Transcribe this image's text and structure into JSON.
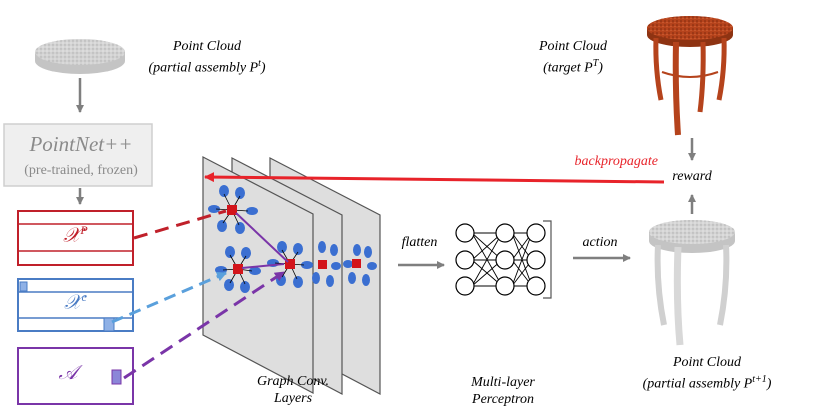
{
  "labels": {
    "pc_partial": {
      "line1": "Point Cloud",
      "line2_prefix": "(partial assembly P",
      "line2_sup": "t",
      "line2_suffix": ")"
    },
    "pc_target": {
      "line1": "Point Cloud",
      "line2_prefix": "(target P",
      "line2_sup": "T",
      "line2_suffix": ")"
    },
    "pc_next": {
      "line1": "Point Cloud",
      "line2_prefix": "(partial assembly P",
      "line2_sup": "t+1",
      "line2_suffix": ")"
    },
    "pointnet_title": "PointNet++",
    "pointnet_sub": "(pre-trained, frozen)",
    "backpropagate": "backpropagate",
    "reward": "reward",
    "flatten": "flatten",
    "action": "action",
    "graph_conv_line1": "Graph Conv.",
    "graph_conv_line2": "Layers",
    "mlp_line1": "Multi-layer",
    "mlp_line2": "Perceptron"
  },
  "feature_boxes": {
    "xp": {
      "base": "𝒳",
      "sup": "P",
      "color": "#c0202a"
    },
    "xc": {
      "base": "𝒳",
      "sup": "c",
      "color": "#4a7cc4"
    },
    "a": {
      "base": "𝒜",
      "color": "#7a35a8"
    }
  },
  "colors": {
    "red": "#e8232a",
    "dark_red": "#c0202a",
    "blue": "#4a7cc4",
    "light_blue": "#5aa0dc",
    "purple": "#7a35a8",
    "gray_arrow": "#7f7f7f",
    "layer_fill": "#dedede",
    "node_blue": "#3b6fd1",
    "node_red": "#d3141a",
    "stool_wood": "#b5431c"
  }
}
